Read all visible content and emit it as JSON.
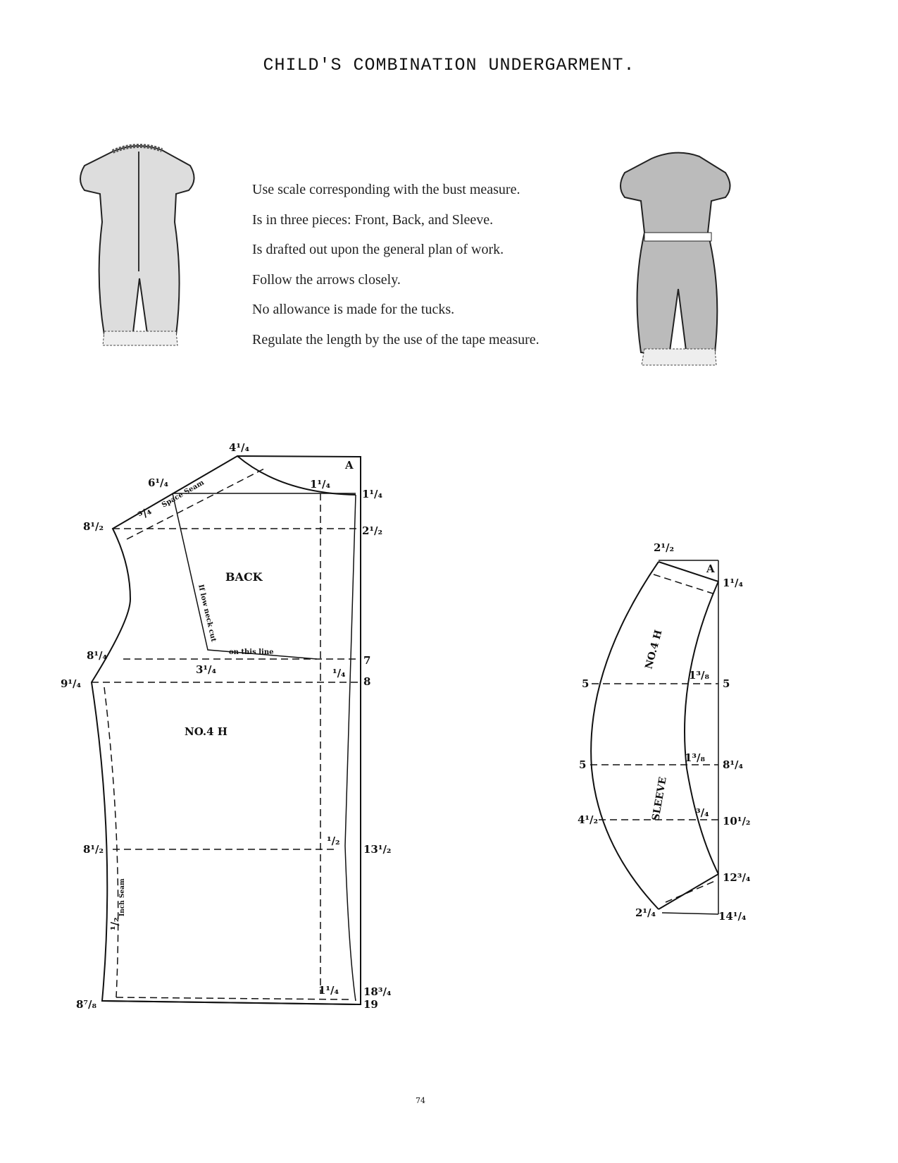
{
  "title": "CHILD'S COMBINATION UNDERGARMENT.",
  "instructions": [
    "Use scale corresponding with the bust measure.",
    "Is in three pieces: Front, Back, and Sleeve.",
    "Is drafted out upon the general plan of work.",
    "Follow the arrows closely.",
    "No allowance is made for the tucks.",
    "Regulate the length by the use of the tape measure."
  ],
  "back_pattern": {
    "piece_label": "BACK",
    "size_label": "NO.4 H",
    "corner": "A",
    "notes": {
      "space_seam": "Space Seam",
      "low_neck": "If low neck cut",
      "on_line": "on this line",
      "inch_seam": "Inch Seam"
    },
    "measures": [
      "4¹/₄",
      "6¹/₄",
      "8¹/₂",
      "8¹/₄",
      "9¹/₄",
      "8¹/₂",
      "8⁷/₈",
      "1¹/₄",
      "1¹/₄",
      "2¹/₂",
      "7",
      "8",
      "13¹/₂",
      "18³/₄",
      "19",
      "3¹/₄",
      "¹/₄",
      "¹/₂",
      "1¹/₄",
      "³/₄",
      "¹/₂"
    ]
  },
  "sleeve_pattern": {
    "piece_label": "SLEEVE",
    "size_label": "NO.4 H",
    "corner": "A",
    "measures": [
      "2¹/₂",
      "1¹/₄",
      "5",
      "5",
      "1³/₈",
      "5",
      "1³/₈",
      "8¹/₄",
      "4¹/₂",
      "³/₄",
      "10¹/₂",
      "12³/₄",
      "2¹/₄",
      "14¹/₄"
    ]
  },
  "page_number": "74"
}
